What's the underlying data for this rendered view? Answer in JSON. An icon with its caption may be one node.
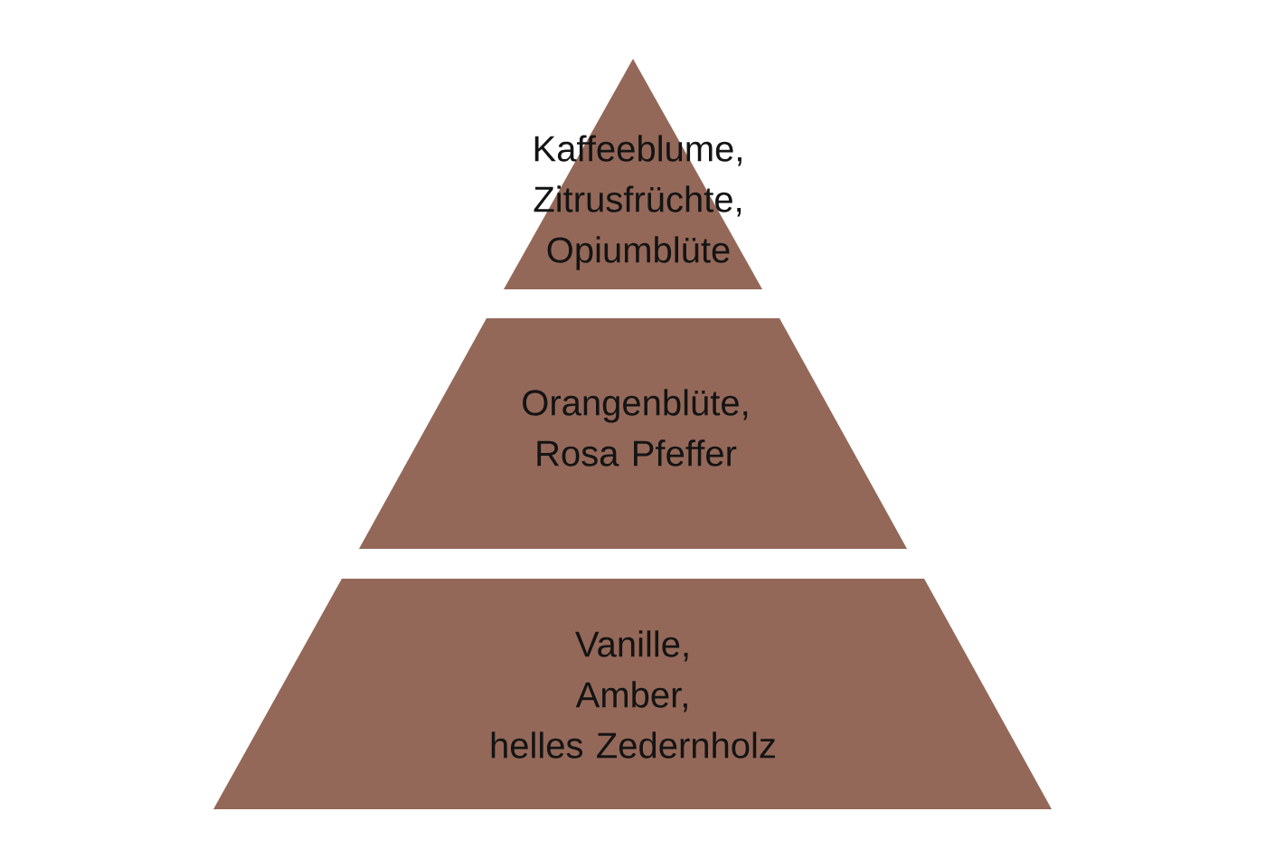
{
  "diagram": {
    "nodes": [
      {
        "text": [
          "Kaffeeblume, Zitrusfrüchte, Opiumblüte"
        ]
      },
      {
        "text": [
          "Orangenblüte, Rosa Pfeffer"
        ]
      },
      {
        "text": [
          "Vanille, Amber, helles Zedernholz"
        ]
      }
    ]
  }
}
